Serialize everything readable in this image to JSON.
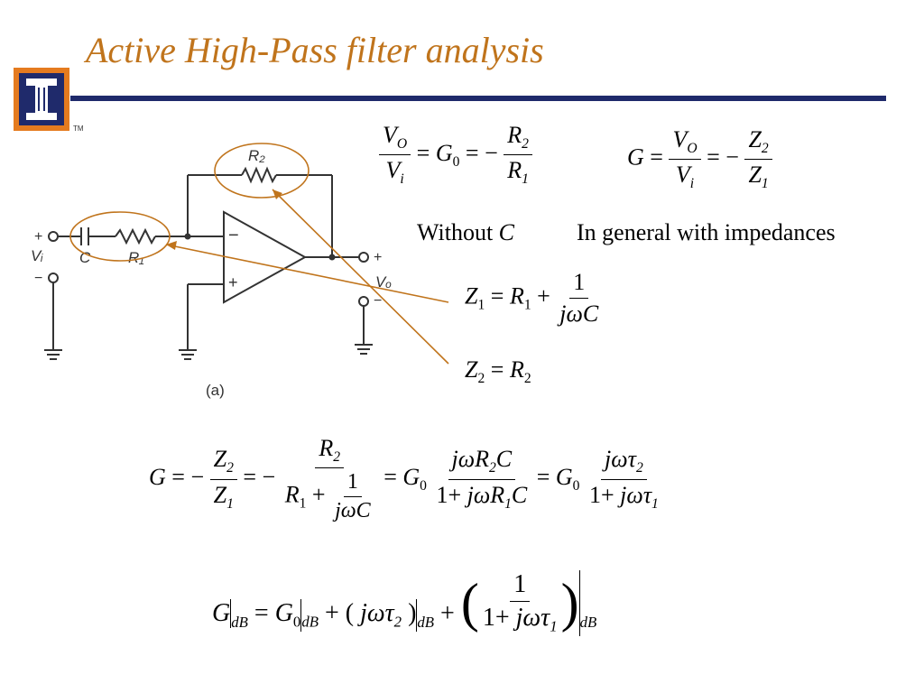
{
  "slide": {
    "title": "Active High-Pass filter analysis",
    "tm": "TM",
    "caption_without": "Without",
    "caption_without_var": "C",
    "caption_general": "In general with impedances"
  },
  "circuit": {
    "label_r2": "R₂",
    "label_c": "C",
    "label_r1": "R₁",
    "label_vi": "Vᵢ",
    "label_vo": "Vₒ",
    "label_plus_in": "+",
    "label_minus_in": "−",
    "label_plus_out": "+",
    "label_minus_out": "−",
    "opamp_minus": "−",
    "opamp_plus": "+",
    "label_a": "(a)"
  },
  "colors": {
    "title": "#c0741c",
    "rule": "#1f2a6b",
    "callout": "#c0741c"
  }
}
